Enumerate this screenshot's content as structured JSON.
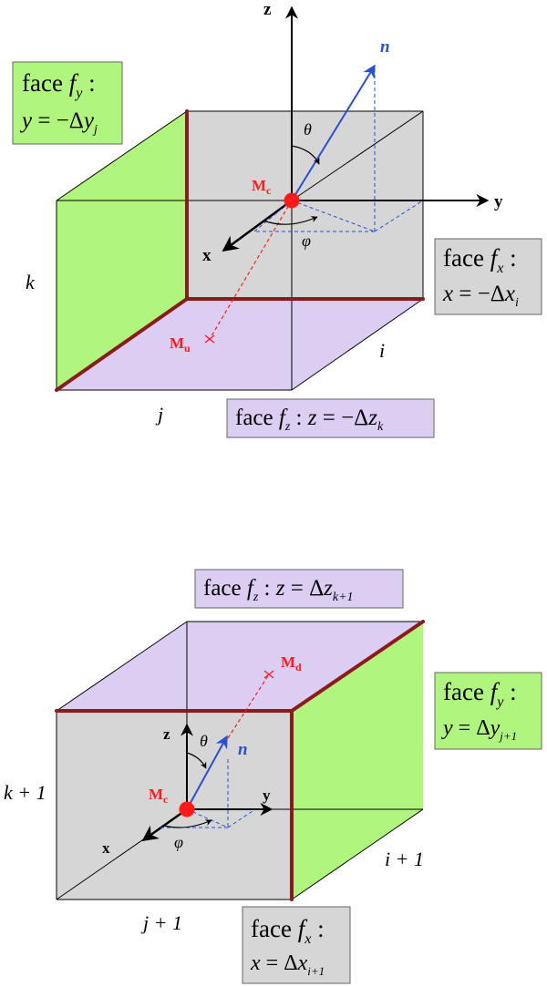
{
  "top": {
    "axes": {
      "x": "x",
      "y": "y",
      "z": "z"
    },
    "normal": "n",
    "theta": "θ",
    "phi": "φ",
    "center": {
      "main": "M",
      "sub": "c"
    },
    "upstream": {
      "main": "M",
      "sub": "u"
    },
    "edge_labels": {
      "k": "k",
      "i": "i",
      "j": "j"
    },
    "face_fy": {
      "l1_a": "face ",
      "l1_b": "f",
      "l1_sub": "y",
      "l1_c": " :",
      "l2_a": "y",
      "l2_b": " = −Δ",
      "l2_c": "y",
      "l2_sub": "j"
    },
    "face_fx": {
      "l1_a": "face ",
      "l1_b": "f",
      "l1_sub": "x",
      "l1_c": " :",
      "l2_a": "x",
      "l2_b": " = −Δ",
      "l2_c": "x",
      "l2_sub": "i"
    },
    "face_fz": {
      "a": "face ",
      "b": "f",
      "sub": "z",
      "c": " :  ",
      "d": "z",
      "e": " = −Δ",
      "f": "z",
      "sub2": "k"
    }
  },
  "bottom": {
    "axes": {
      "x": "x",
      "y": "y",
      "z": "z"
    },
    "normal": "n",
    "theta": "θ",
    "phi": "φ",
    "center": {
      "main": "M",
      "sub": "c"
    },
    "downstream": {
      "main": "M",
      "sub": "d"
    },
    "edge_labels": {
      "k": "k + 1",
      "i": "i + 1",
      "j": "j + 1"
    },
    "face_fz": {
      "a": "face ",
      "b": "f",
      "sub": "z",
      "c": " :  ",
      "d": "z",
      "e": " = Δ",
      "f": "z",
      "sub2": "k+1"
    },
    "face_fy": {
      "l1_a": "face ",
      "l1_b": "f",
      "l1_sub": "y",
      "l1_c": " :",
      "l2_a": "y",
      "l2_b": " = Δ",
      "l2_c": "y",
      "l2_sub": "j+1"
    },
    "face_fx": {
      "l1_a": "face ",
      "l1_b": "f",
      "l1_sub": "x",
      "l1_c": " :",
      "l2_a": "x",
      "l2_b": " = Δ",
      "l2_c": "x",
      "l2_sub": "i+1"
    }
  },
  "colors": {
    "green_face": "#b0f57e",
    "gray_face": "#d6d6d6",
    "purple_face": "#dccdf2",
    "dark_red_edge": "#8b1a1a",
    "red_point": "#ff1a1a",
    "blue_vector": "#2a4fd6"
  }
}
